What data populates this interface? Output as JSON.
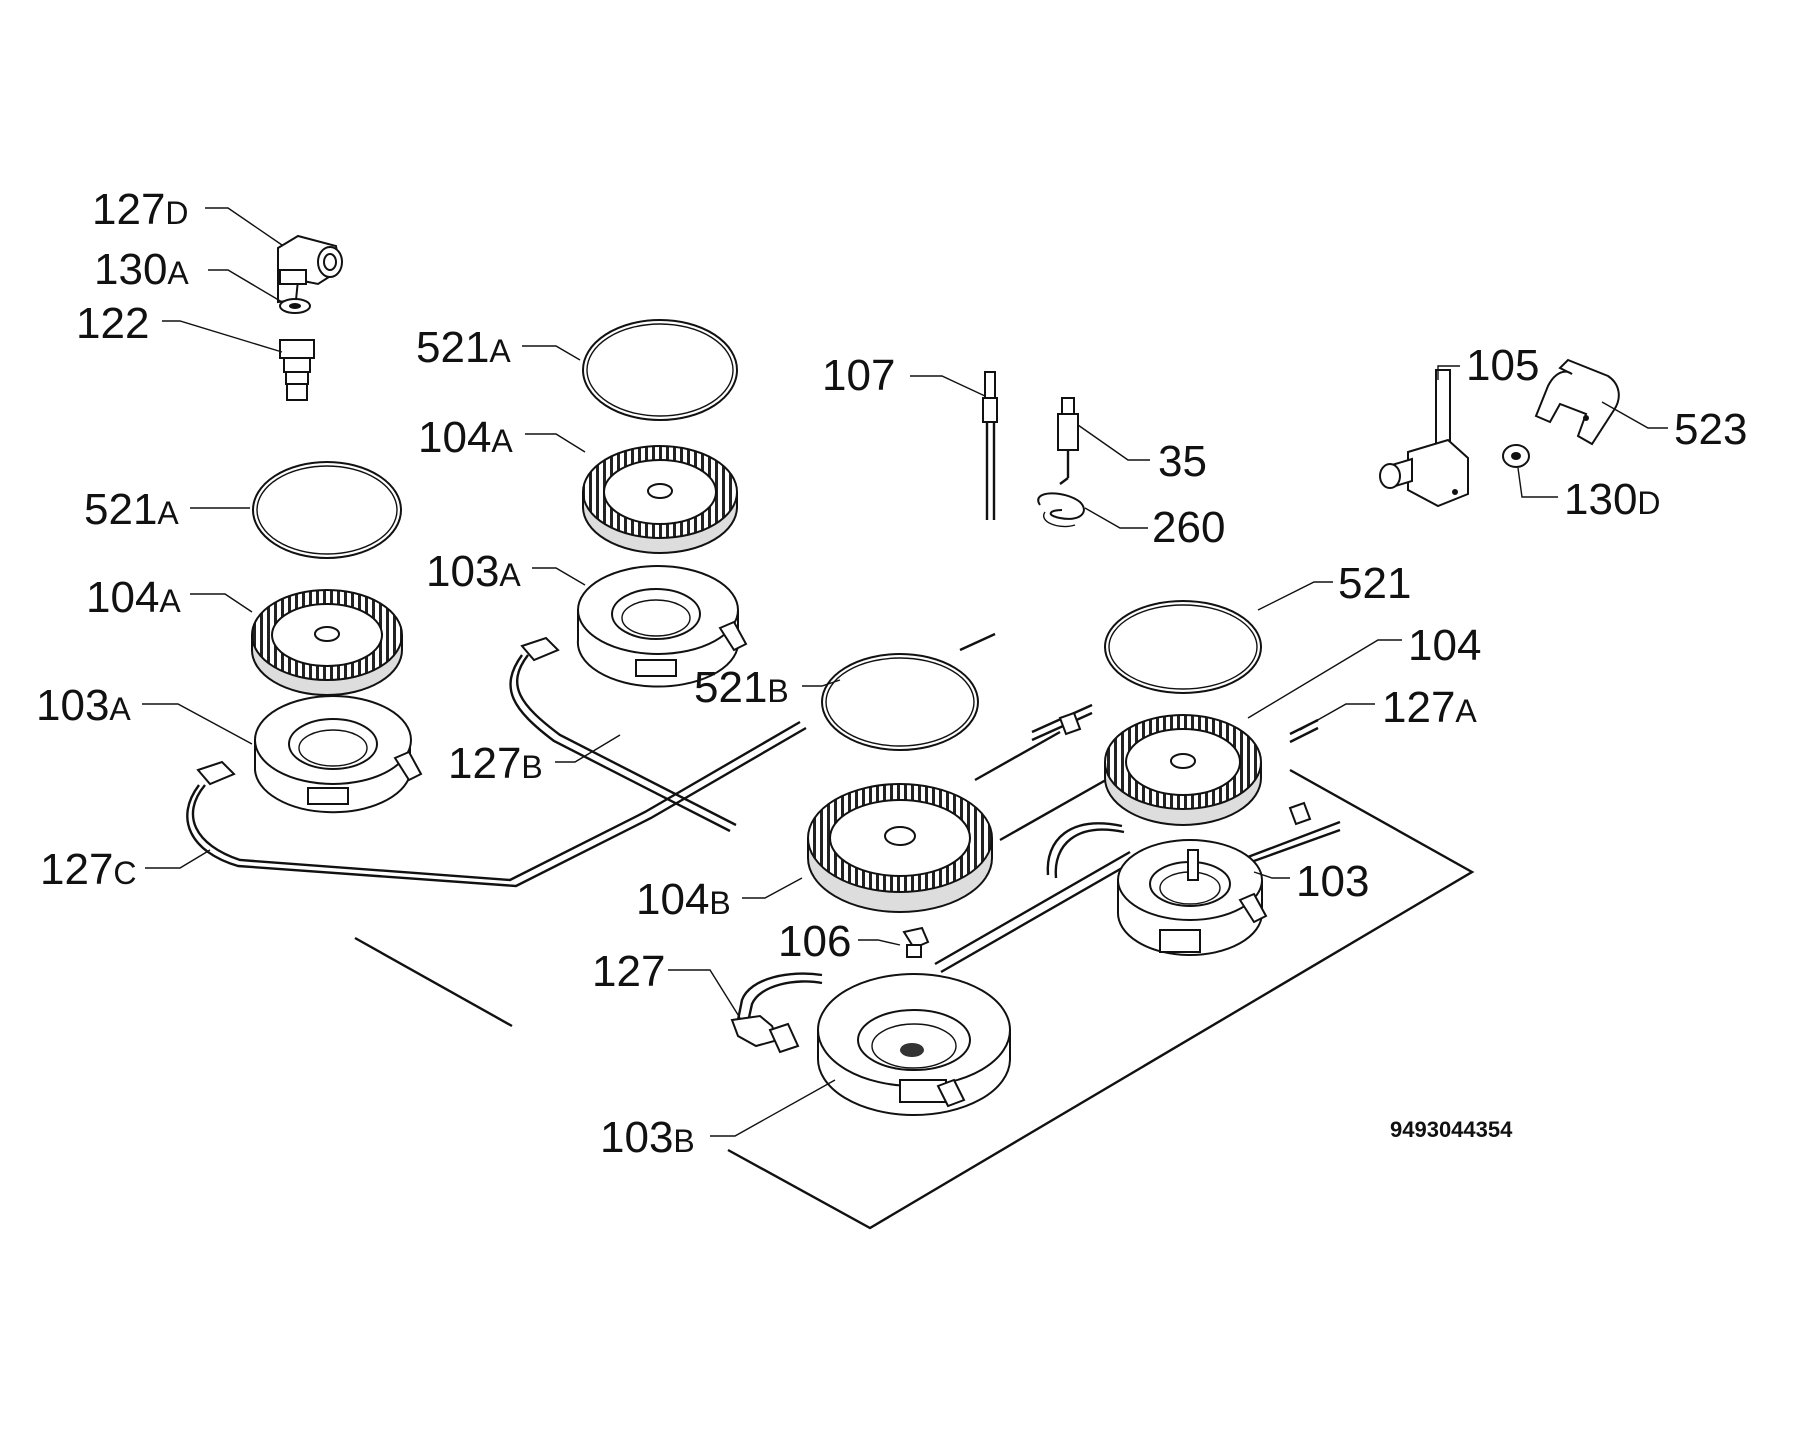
{
  "document_number": "9493044354",
  "callouts": [
    {
      "id": "c1",
      "num": "127",
      "suffix": "D"
    },
    {
      "id": "c2",
      "num": "130",
      "suffix": "A"
    },
    {
      "id": "c3",
      "num": "122",
      "suffix": ""
    },
    {
      "id": "c4",
      "num": "521",
      "suffix": "A"
    },
    {
      "id": "c5",
      "num": "104",
      "suffix": "A"
    },
    {
      "id": "c6",
      "num": "103",
      "suffix": "A"
    },
    {
      "id": "c7",
      "num": "127",
      "suffix": "C"
    },
    {
      "id": "c8",
      "num": "521",
      "suffix": "A"
    },
    {
      "id": "c9",
      "num": "104",
      "suffix": "A"
    },
    {
      "id": "c10",
      "num": "103",
      "suffix": "A"
    },
    {
      "id": "c11",
      "num": "127",
      "suffix": "B"
    },
    {
      "id": "c12",
      "num": "107",
      "suffix": ""
    },
    {
      "id": "c13",
      "num": "35",
      "suffix": ""
    },
    {
      "id": "c14",
      "num": "260",
      "suffix": ""
    },
    {
      "id": "c15",
      "num": "521",
      "suffix": "B"
    },
    {
      "id": "c16",
      "num": "104",
      "suffix": "B"
    },
    {
      "id": "c17",
      "num": "106",
      "suffix": ""
    },
    {
      "id": "c18",
      "num": "127",
      "suffix": ""
    },
    {
      "id": "c19",
      "num": "103",
      "suffix": "B"
    },
    {
      "id": "c20",
      "num": "105",
      "suffix": ""
    },
    {
      "id": "c21",
      "num": "523",
      "suffix": ""
    },
    {
      "id": "c22",
      "num": "130",
      "suffix": "D"
    },
    {
      "id": "c23",
      "num": "521",
      "suffix": ""
    },
    {
      "id": "c24",
      "num": "104",
      "suffix": ""
    },
    {
      "id": "c25",
      "num": "127",
      "suffix": "A"
    },
    {
      "id": "c26",
      "num": "103",
      "suffix": ""
    }
  ]
}
